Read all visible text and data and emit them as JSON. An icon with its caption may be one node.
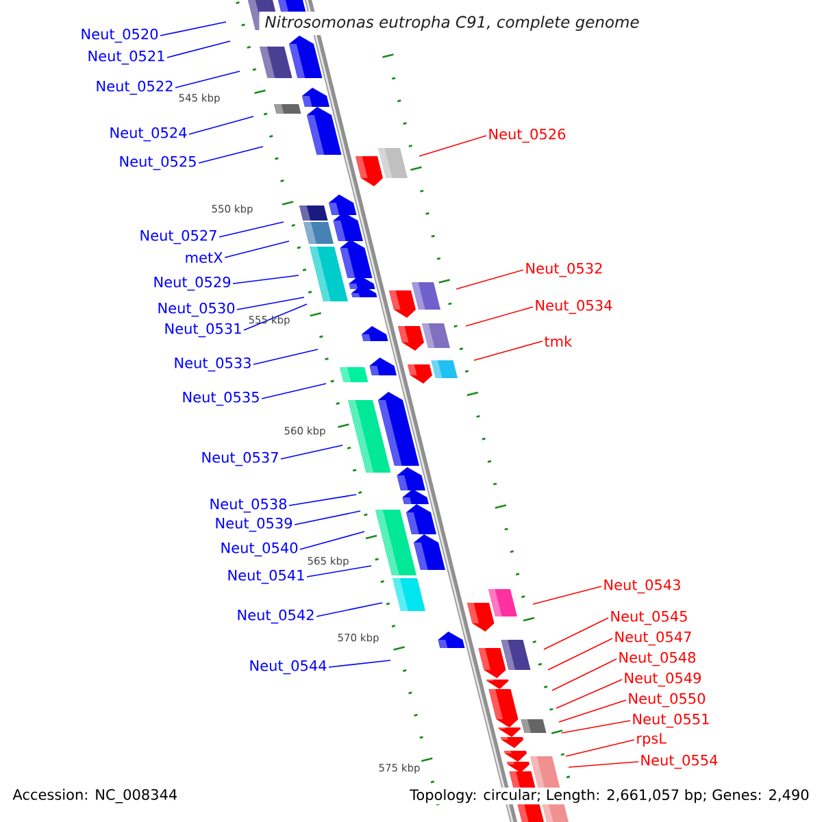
{
  "diagram": {
    "title": "Nitrosomonas eutropha C91, complete genome",
    "nodes": [
      {
        "text": [
          "Neut_0520"
        ]
      },
      {
        "text": [
          "Neut_0521"
        ]
      },
      {
        "text": [
          "Neut_0522"
        ]
      },
      {
        "text": [
          "Neut_0524"
        ]
      },
      {
        "text": [
          "Neut_0525"
        ]
      },
      {
        "text": [
          "Neut_0527"
        ]
      },
      {
        "text": [
          "metX"
        ]
      },
      {
        "text": [
          "Neut_0529"
        ]
      },
      {
        "text": [
          "Neut_0530"
        ]
      },
      {
        "text": [
          "Neut_0531"
        ]
      },
      {
        "text": [
          "Neut_0533"
        ]
      },
      {
        "text": [
          "Neut_0535"
        ]
      },
      {
        "text": [
          "Neut_0537"
        ]
      },
      {
        "text": [
          "Neut_0538"
        ]
      },
      {
        "text": [
          "Neut_0539"
        ]
      },
      {
        "text": [
          "Neut_0540"
        ]
      },
      {
        "text": [
          "Neut_0541"
        ]
      },
      {
        "text": [
          "Neut_0542"
        ]
      },
      {
        "text": [
          "Neut_0544"
        ]
      },
      {
        "text": [
          "Neut_0526"
        ]
      },
      {
        "text": [
          "Neut_0532"
        ]
      },
      {
        "text": [
          "Neut_0534"
        ]
      },
      {
        "text": [
          "tmk"
        ]
      },
      {
        "text": [
          "Neut_0543"
        ]
      },
      {
        "text": [
          "Neut_0545"
        ]
      },
      {
        "text": [
          "Neut_0547"
        ]
      },
      {
        "text": [
          "Neut_0548"
        ]
      },
      {
        "text": [
          "Neut_0549"
        ]
      },
      {
        "text": [
          "Neut_0550"
        ]
      },
      {
        "text": [
          "Neut_0551"
        ]
      },
      {
        "text": [
          "rpsL"
        ]
      },
      {
        "text": [
          "Neut_0554"
        ]
      }
    ],
    "edges": [
      {
        "from": 0,
        "to": null,
        "arrow": "none"
      },
      {
        "from": 1,
        "to": null,
        "arrow": "none"
      },
      {
        "from": 2,
        "to": null,
        "arrow": "none"
      },
      {
        "from": 3,
        "to": null,
        "arrow": "none"
      },
      {
        "from": 4,
        "to": null,
        "arrow": "none"
      },
      {
        "from": 5,
        "to": null,
        "arrow": "none"
      },
      {
        "from": 6,
        "to": null,
        "arrow": "none"
      },
      {
        "from": 7,
        "to": null,
        "arrow": "none"
      },
      {
        "from": 8,
        "to": null,
        "arrow": "none"
      },
      {
        "from": 9,
        "to": null,
        "arrow": "none"
      },
      {
        "from": 10,
        "to": null,
        "arrow": "none"
      },
      {
        "from": 11,
        "to": null,
        "arrow": "none"
      },
      {
        "from": 12,
        "to": null,
        "arrow": "none"
      },
      {
        "from": 13,
        "to": null,
        "arrow": "none"
      },
      {
        "from": 14,
        "to": null,
        "arrow": "none"
      },
      {
        "from": 15,
        "to": null,
        "arrow": "none"
      },
      {
        "from": 16,
        "to": null,
        "arrow": "none"
      },
      {
        "from": 17,
        "to": null,
        "arrow": "none"
      },
      {
        "from": 18,
        "to": null,
        "arrow": "none"
      },
      {
        "from": 19,
        "to": null,
        "arrow": "none",
        "color": "#ff0000"
      },
      {
        "from": 20,
        "to": null,
        "arrow": "none",
        "color": "#ff0000"
      },
      {
        "from": 21,
        "to": null,
        "arrow": "none",
        "color": "#ff0000"
      },
      {
        "from": 22,
        "to": null,
        "arrow": "none",
        "color": "#ff0000"
      },
      {
        "from": 23,
        "to": null,
        "arrow": "none",
        "color": "#ff0000"
      },
      {
        "from": 24,
        "to": null,
        "arrow": "none",
        "color": "#ff0000"
      },
      {
        "from": 25,
        "to": null,
        "arrow": "none",
        "color": "#ff0000"
      },
      {
        "from": 26,
        "to": null,
        "arrow": "none",
        "color": "#ff0000"
      },
      {
        "from": 27,
        "to": null,
        "arrow": "none",
        "color": "#ff0000"
      },
      {
        "from": 28,
        "to": null,
        "arrow": "none",
        "color": "#ff0000"
      },
      {
        "from": 29,
        "to": null,
        "arrow": "none",
        "color": "#ff0000"
      },
      {
        "from": 30,
        "to": null,
        "arrow": "none",
        "color": "#ff0000"
      },
      {
        "from": 31,
        "to": null,
        "arrow": "none",
        "color": "#ff0000"
      }
    ],
    "labels": [
      "545 kbp",
      "550 kbp",
      "555 kbp",
      "560 kbp",
      "565 kbp",
      "570 kbp",
      "575 kbp",
      "Accession: NC_008344",
      "Topology: circular; Length: 2,661,057 bp; Genes: 2,490"
    ]
  }
}
